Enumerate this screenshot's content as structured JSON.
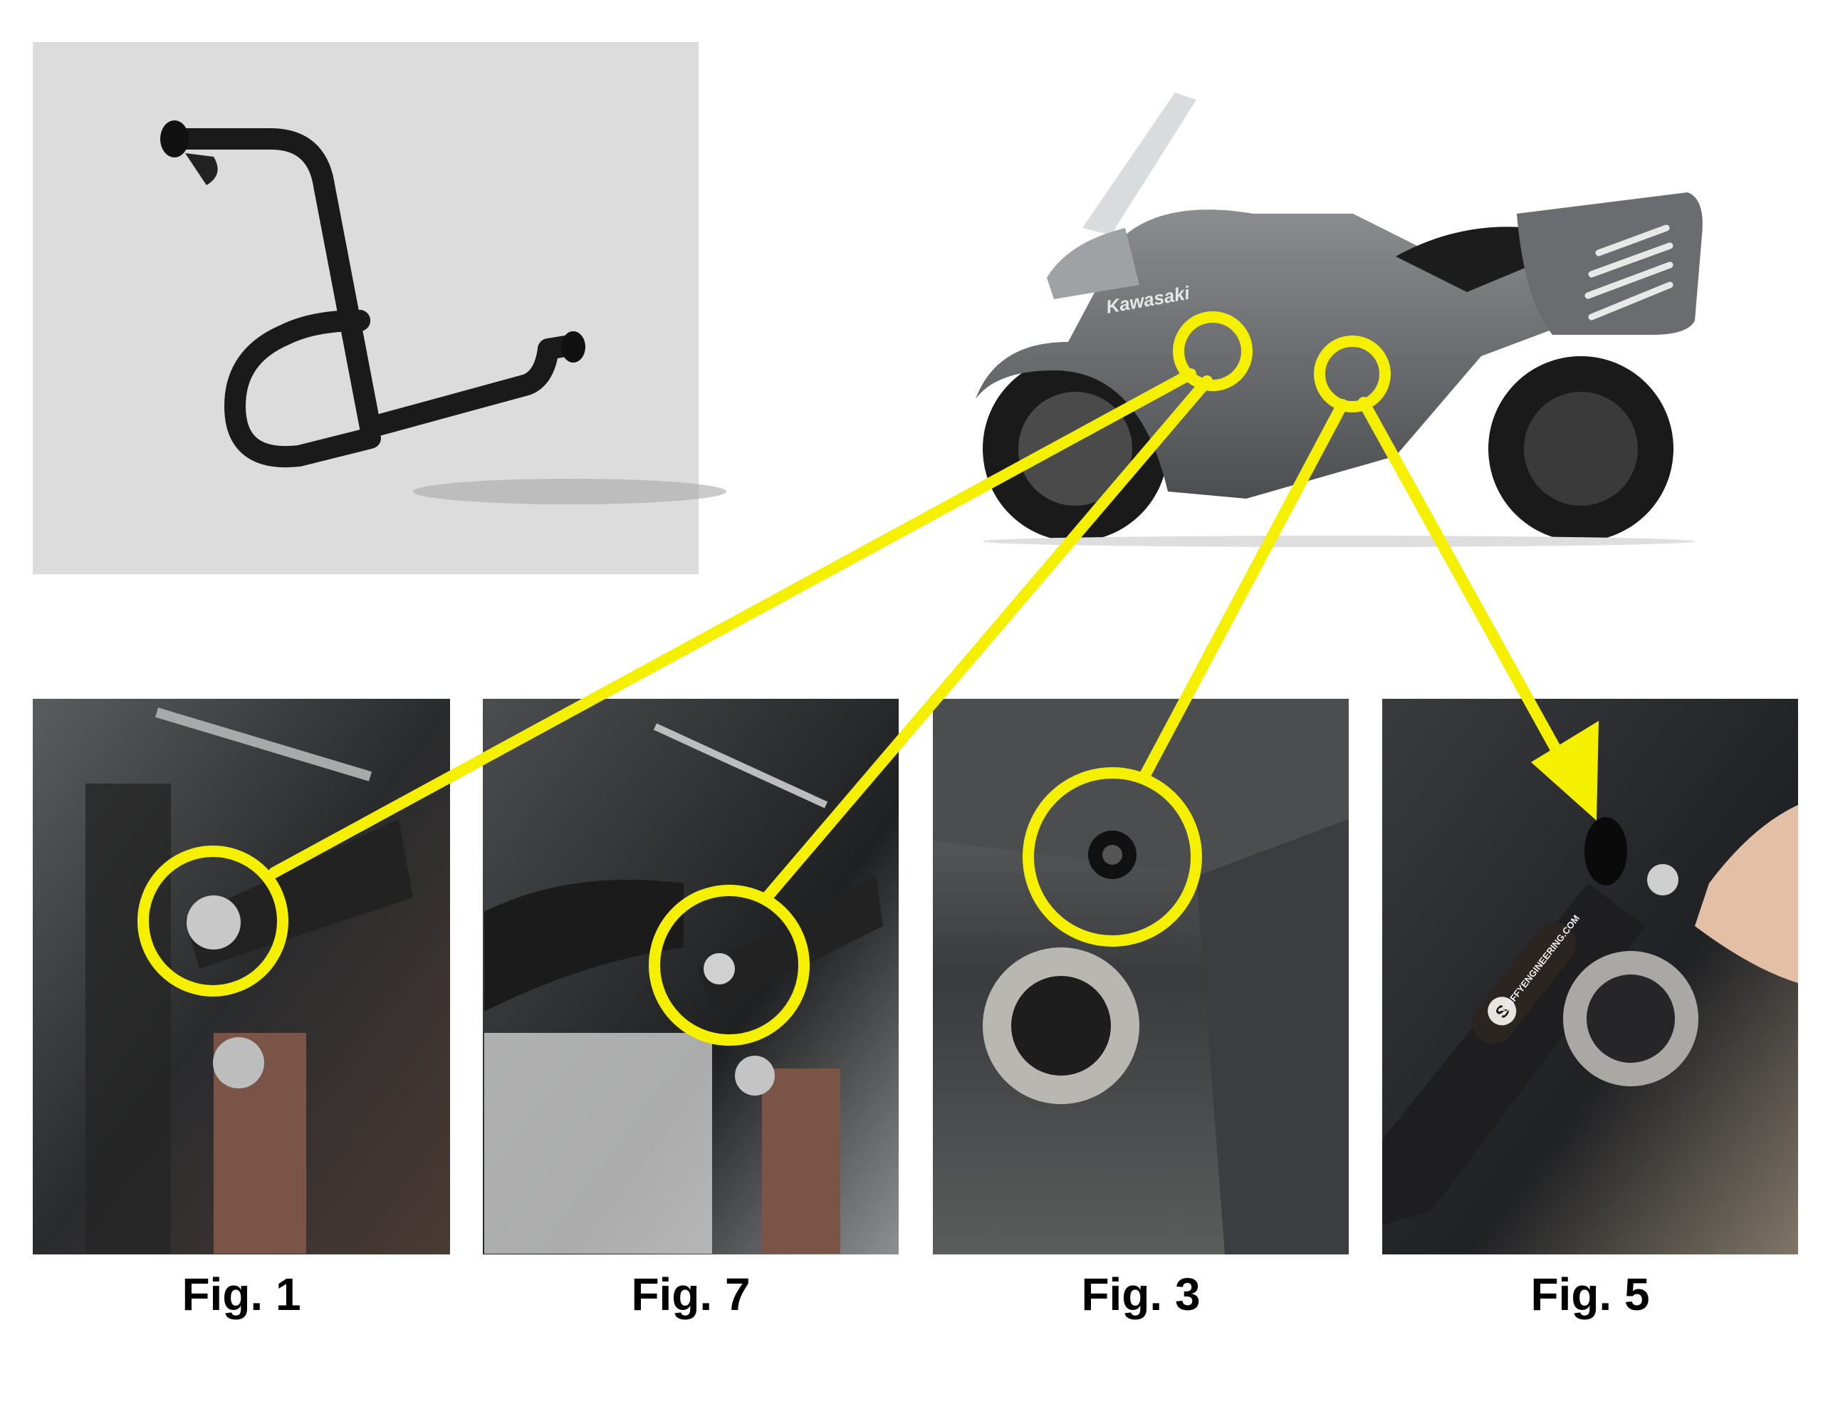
{
  "figures": [
    {
      "label": "Fig. 1"
    },
    {
      "label": "Fig. 7"
    },
    {
      "label": "Fig. 3"
    },
    {
      "label": "Fig. 5"
    }
  ],
  "logos": {
    "motorcycle_brand": "Kawasaki",
    "bracket_badge": "SPIFFYENGINEERING.COM",
    "badge_letter": "S"
  },
  "colors": {
    "callout": "#f5f000",
    "cad_background": "#dcdcdc",
    "bracket": "#1a1a1a",
    "motorcycle_body": "#6b6d70"
  },
  "icons": {
    "callout_circle": "circle-outline",
    "callout_arrow": "arrow"
  }
}
